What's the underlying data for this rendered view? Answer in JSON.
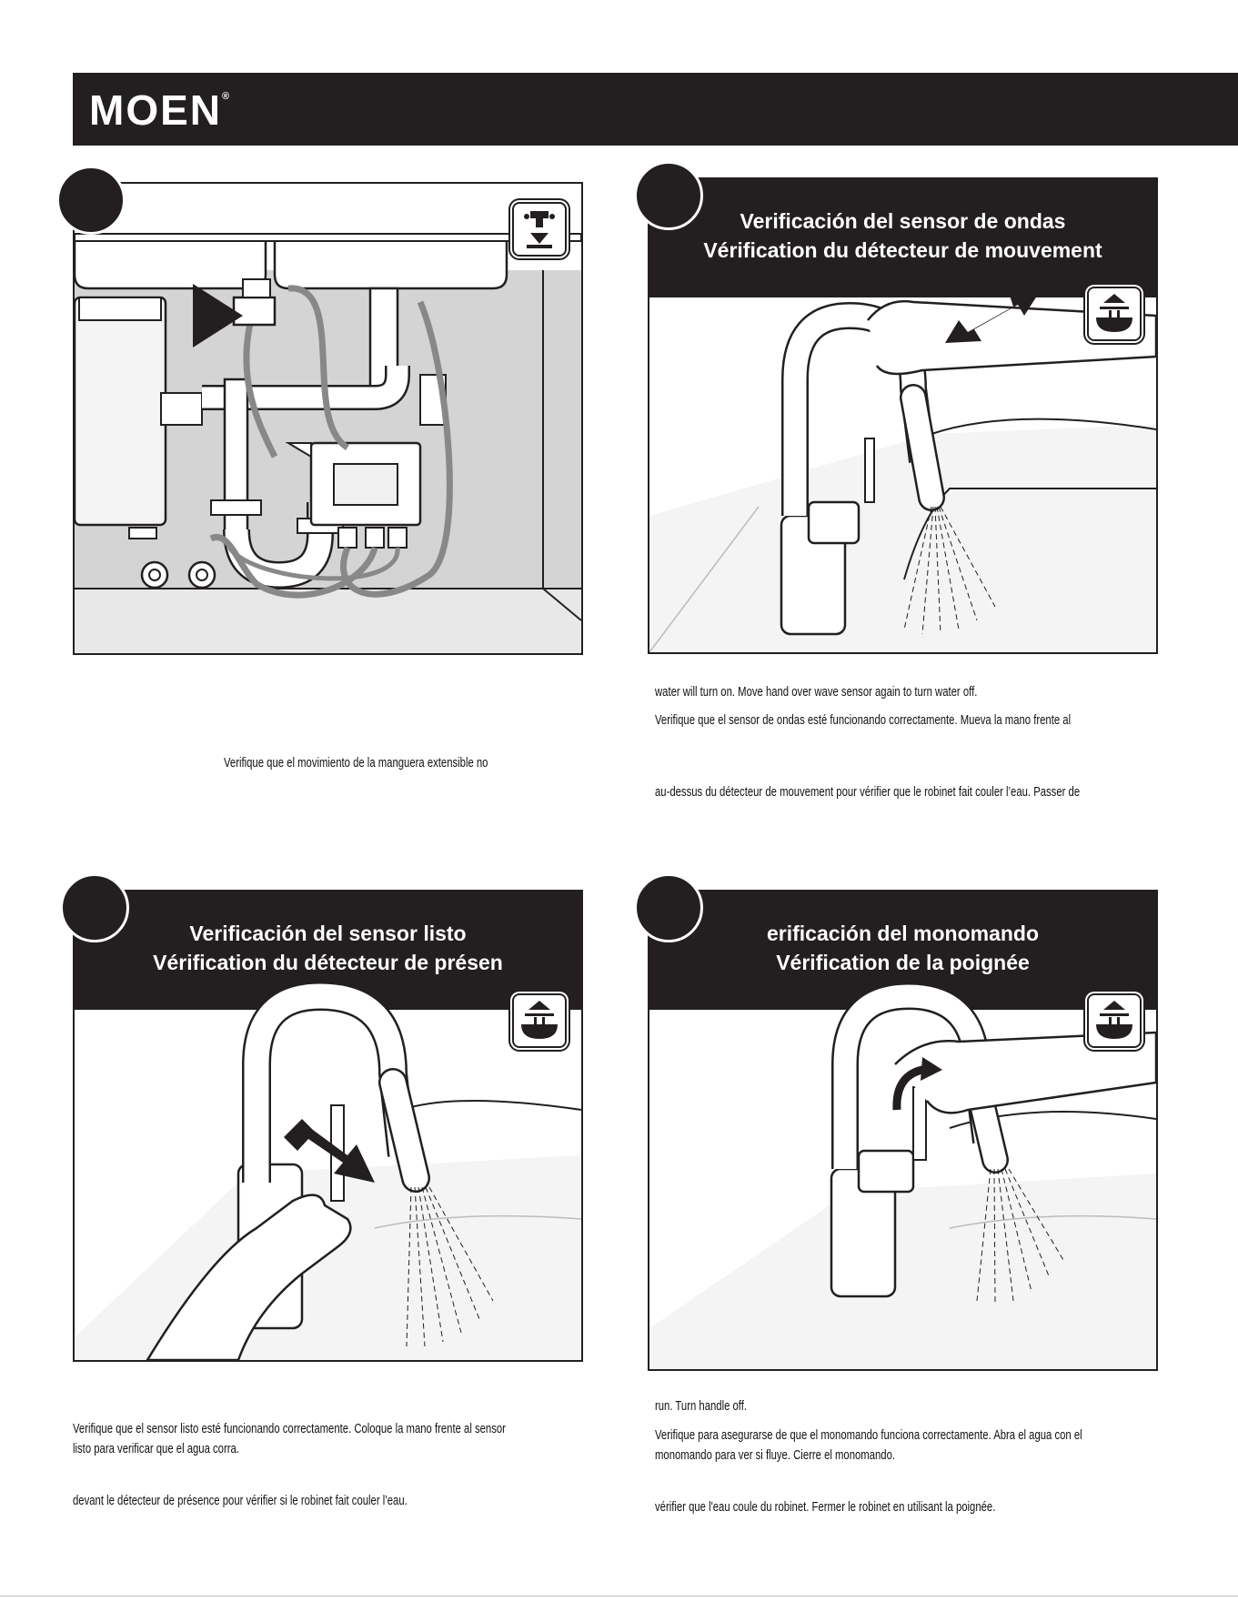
{
  "brand": {
    "logo": "MOEN",
    "registered": "®"
  },
  "panels": {
    "p1": {
      "icon": "install-down-icon"
    },
    "p2": {
      "title_es": "Verificación del sensor de ondas",
      "title_fr": "Vérification du détecteur de mouvement",
      "icon": "sink-basin-icon"
    },
    "p3": {
      "title_es": "Verificación del sensor listo",
      "title_fr": "Vérification du détecteur de présen",
      "icon": "sink-basin-icon"
    },
    "p4": {
      "title_es": "erificación del monomando",
      "title_fr": "Vérification de la poignée",
      "icon": "sink-basin-icon"
    }
  },
  "text": {
    "p1": {
      "es_partial": "Verifique que el movimiento de la manguera extensible no"
    },
    "p2": {
      "en": "water will turn on. Move hand over wave sensor again to turn water off.",
      "es": "Verifique que el sensor de ondas esté funcionando correctamente. Mueva la mano frente al",
      "fr": "au-dessus du détecteur de mouvement pour vérifier que le robinet fait couler l’eau. Passer de"
    },
    "p3": {
      "es_1": "Verifique que el sensor listo esté funcionando correctamente. Coloque la mano frente al sensor",
      "es_2": "listo para verificar que el agua corra.",
      "fr": "devant le détecteur de présence pour vérifier si le robinet fait couler l’eau."
    },
    "p4": {
      "en": "run. Turn handle off.",
      "es_1": "Verifique para asegurarse de que el monomando funciona correctamente. Abra el agua con el",
      "es_2": "monomando para ver si fluye. Cierre el monomando.",
      "fr": "vérifier que l'eau coule du robinet. Fermer le robinet en utilisant la poignée."
    }
  }
}
